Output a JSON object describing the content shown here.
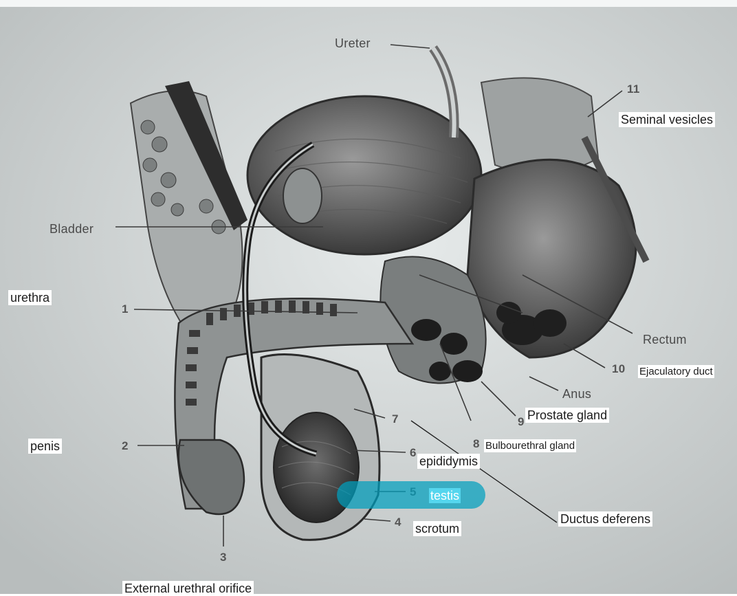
{
  "printed_labels": {
    "ureter": "Ureter",
    "bladder": "Bladder",
    "rectum": "Rectum",
    "anus": "Anus",
    "n1": "1",
    "n2": "2",
    "n3": "3",
    "n4": "4",
    "n5": "5",
    "n6": "6",
    "n7": "7",
    "n8": "8",
    "n9": "9",
    "n10": "10",
    "n11": "11"
  },
  "tags": {
    "seminal_vesicles": "Seminal vesicles",
    "urethra": "urethra",
    "ejaculatory_duct": "Ejaculatory duct",
    "prostate_gland": "Prostate gland",
    "penis": "penis",
    "bulbourethral_gland": "Bulbourethral gland",
    "epididymis": "epididymis",
    "testis": "testis",
    "ductus_deferens": "Ductus deferens",
    "scrotum": "scrotum",
    "external_urethral_orifice": "External urethral orifice"
  },
  "highlight_color": "#00a0be"
}
